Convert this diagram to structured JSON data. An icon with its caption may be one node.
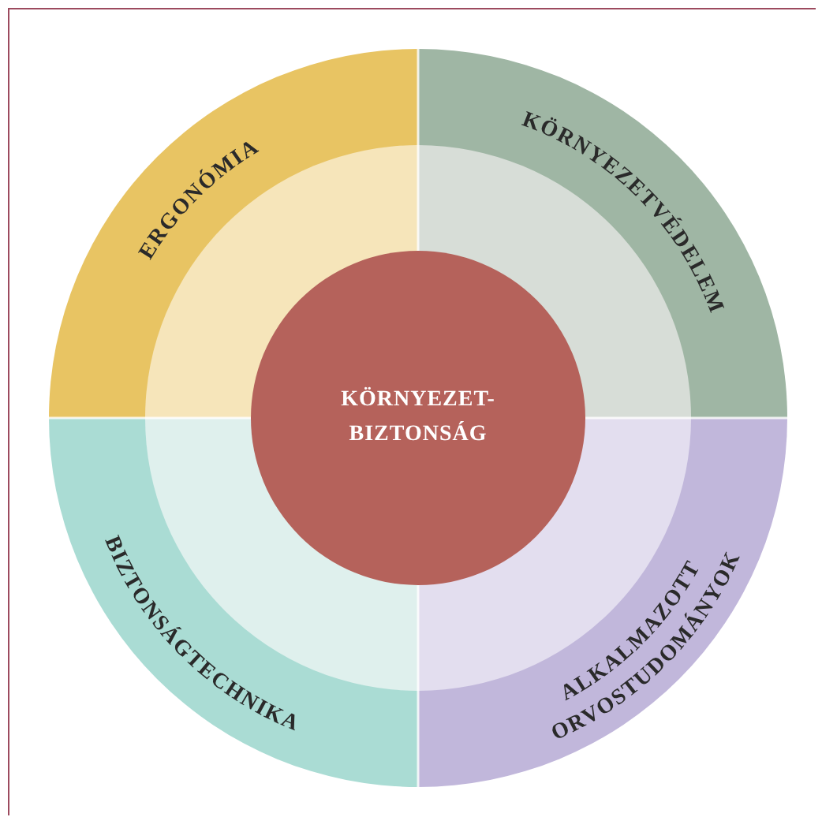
{
  "diagram": {
    "nodes": [
      {
        "text": [
          "ERGONÓMIA"
        ]
      },
      {
        "text": [
          "KÖRNYEZETVÉDELEM"
        ]
      },
      {
        "text": [
          "KÖRNYEZET- BIZTONSÁG"
        ]
      },
      {
        "text": [
          "BIZTONSÁGTECHNIKA"
        ]
      },
      {
        "text": [
          "ALKALMAZOTT ORVOSTUDOMÁNYOK"
        ]
      }
    ]
  }
}
